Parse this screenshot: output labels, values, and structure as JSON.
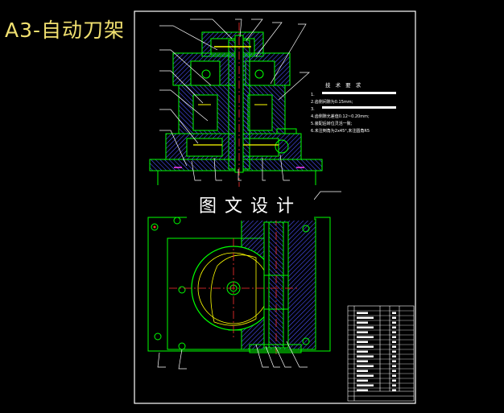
{
  "title": "A3-自动刀架",
  "watermark": "图文设计",
  "tech_requirements": {
    "heading": "技 术 要 求",
    "lines": [
      "1.",
      "2.齿侧间隙为0.15mm;",
      "3.",
      "4.齿侧隙允差值0.12~0.20mm;",
      "5.装配后转位灵活一致;",
      "6.未注倒角为2x45°,未注圆角R5"
    ]
  },
  "colors": {
    "background": "#000000",
    "frame": "#ffffff",
    "outline": "#00ff00",
    "hatch": "#4040ff",
    "centerline": "#ff3030",
    "title": "#f0e070",
    "accent": "#ffff00",
    "leader": "#ffffff"
  }
}
